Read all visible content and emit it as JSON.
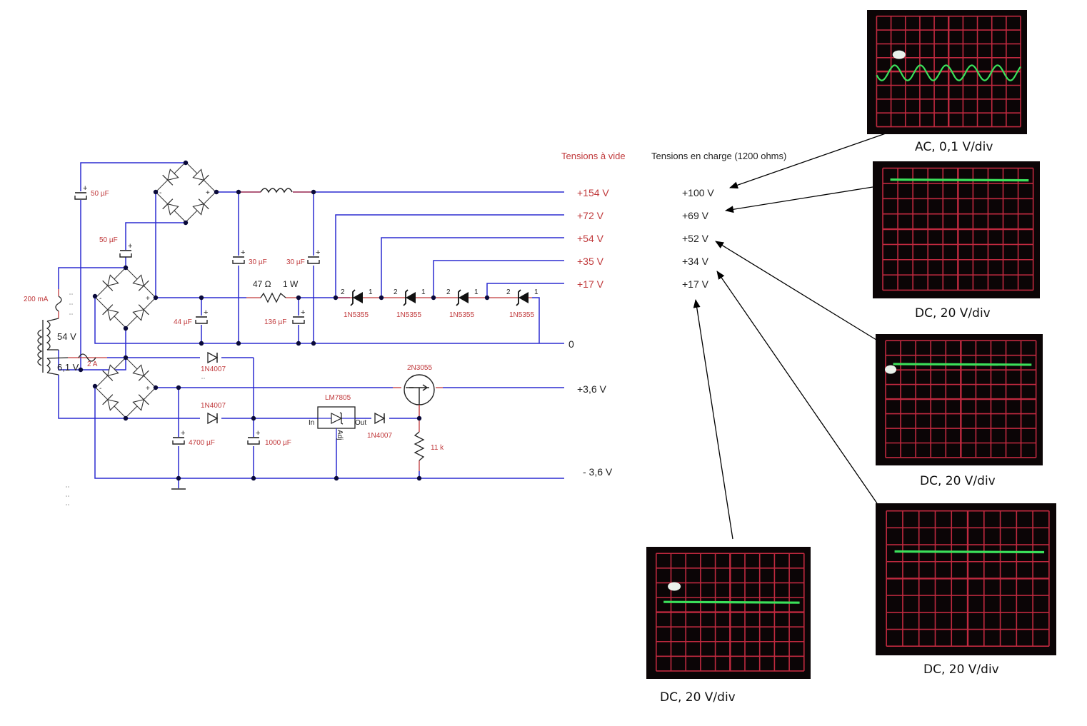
{
  "headers": {
    "no_load": "Tensions à vide",
    "loaded": "Tensions en charge (1200 ohms)"
  },
  "rails": [
    {
      "no_load": "+154 V",
      "loaded": "+100 V"
    },
    {
      "no_load": "+72 V",
      "loaded": "+69 V"
    },
    {
      "no_load": "+54 V",
      "loaded": "+52 V"
    },
    {
      "no_load": "+35 V",
      "loaded": "+34 V"
    },
    {
      "no_load": "+17 V",
      "loaded": "+17 V"
    }
  ],
  "ground_label": "0",
  "low_rails": {
    "positive": "+3,6 V",
    "negative": "- 3,6 V"
  },
  "components": {
    "c_top": "50 µF",
    "c_mid": "50 µF",
    "c30a": "30 µF",
    "c30b": "30 µF",
    "c44": "44 µF",
    "c136": "136 µF",
    "resistor": "47 Ω",
    "resistor_power": "1 W",
    "fuse_hv": "200 mA",
    "fuse_lv": "2 A",
    "sec_hv": "54 V",
    "sec_lv": "6,1 V",
    "zener": "1N5355",
    "zener_pin2": "2",
    "zener_pin1": "1",
    "diode_a": "1N4007",
    "diode_b": "1N4007",
    "diode_c": "1N4007",
    "c4700": "4700 µF",
    "c1000": "1000 µF",
    "regulator": "LM7805",
    "reg_in": "In",
    "reg_out": "Out",
    "reg_adj": "Adj",
    "transistor": "2N3055",
    "r11k": "11 k",
    "plus": "+",
    "minus": "-"
  },
  "scopes": [
    {
      "caption": "AC, 0,1 V/div",
      "trace": "sine",
      "rail": "+100 V"
    },
    {
      "caption": "DC, 20 V/div",
      "trace": "flat",
      "rail": "+69 V"
    },
    {
      "caption": "DC, 20 V/div",
      "trace": "flat",
      "rail": "+52 V"
    },
    {
      "caption": "DC, 20 V/div",
      "trace": "flat",
      "rail": "+34 V"
    },
    {
      "caption": "DC, 20 V/div",
      "trace": "flat",
      "rail": "+17 V"
    }
  ],
  "colors": {
    "wire": "#2b2bd0",
    "component_lead": "#c0393b",
    "label_red": "#c0393b",
    "grid": "#e0304a",
    "trace": "#3be05a"
  }
}
